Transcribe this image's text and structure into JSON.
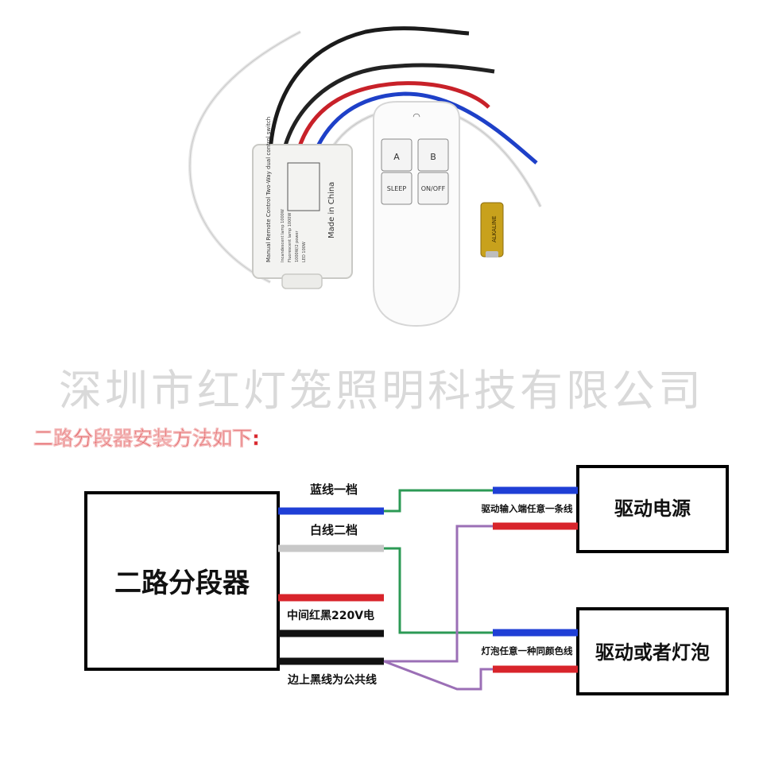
{
  "product_photo": {
    "module_label": "Manual Remote Control Two-Way dual control switch",
    "module_made_in": "Made in China",
    "module_specs": [
      "Incandescent lamp 1000W",
      "Fluorescent lamp 1000W",
      "1000W/2 power",
      "LED 100W"
    ],
    "remote_buttons": [
      "A",
      "B",
      "SLEEP",
      "ON/OFF"
    ],
    "battery_label": "ALKALINE"
  },
  "watermark": "深圳市红灯笼照明科技有限公司",
  "heading": "二路分段器安装方法如下:",
  "diagram": {
    "splitter_label": "二路分段器",
    "power_label": "驱动电源",
    "lamp_label": "驱动或者灯泡",
    "wire_labels": {
      "blue": "蓝线一档",
      "white": "白线二档",
      "red_black": "中间红黑220V电",
      "common": "边上黑线为公共线",
      "power_input": "驱动输入端任意一条线",
      "lamp_input": "灯泡任意一种同颜色线"
    },
    "colors": {
      "blue": "#1f3fd6",
      "white": "#c8c8c8",
      "red": "#d8242b",
      "black": "#111111",
      "green": "#2c9a55",
      "purple": "#9b6fb6",
      "heading": "#d8242b"
    }
  }
}
